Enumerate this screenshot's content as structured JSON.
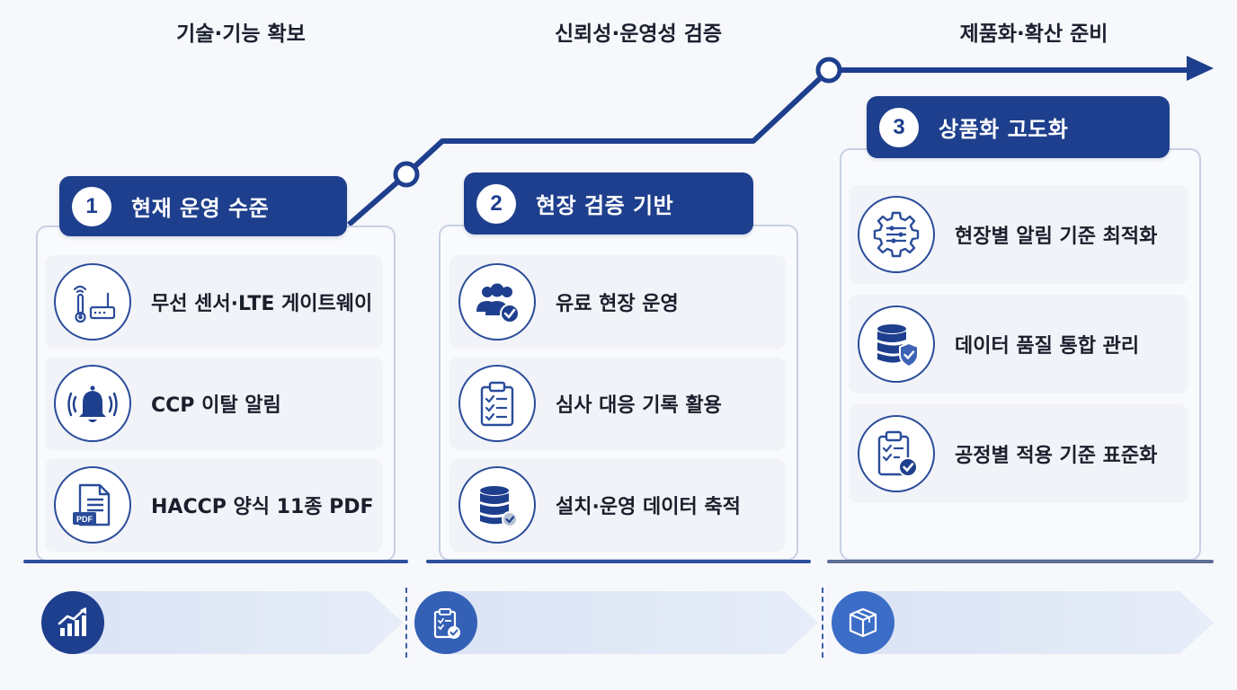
{
  "stages": [
    {
      "number": "1",
      "title": "현재 운영 수준",
      "items": [
        {
          "label": "무선 센서·LTE 게이트웨이",
          "icon": "sensor-gateway-icon"
        },
        {
          "label": "CCP 이탈 알림",
          "icon": "bell-alert-icon"
        },
        {
          "label": "HACCP 양식 11종 PDF",
          "icon": "pdf-document-icon",
          "icon_text": "PDF"
        }
      ]
    },
    {
      "number": "2",
      "title": "현장 검증 기반",
      "items": [
        {
          "label": "유료 현장 운영",
          "icon": "users-check-icon"
        },
        {
          "label": "심사 대응 기록 활용",
          "icon": "clipboard-checklist-icon"
        },
        {
          "label": "설치·운영 데이터 축적",
          "icon": "database-check-icon"
        }
      ]
    },
    {
      "number": "3",
      "title": "상품화 고도화",
      "items": [
        {
          "label": "현장별 알림 기준 최적화",
          "icon": "gear-sliders-icon"
        },
        {
          "label": "데이터 품질 통합 관리",
          "icon": "database-shield-icon"
        },
        {
          "label": "공정별 적용 기준 표준화",
          "icon": "clipboard-check-icon"
        }
      ]
    }
  ],
  "banners": [
    {
      "label": "기술·기능 확보",
      "icon": "growth-chart-icon"
    },
    {
      "label": "신뢰성·운영성 검증",
      "icon": "clipboard-check-icon"
    },
    {
      "label": "제품화·확산 준비",
      "icon": "package-box-icon"
    }
  ],
  "colors": {
    "primary": "#1e3f8d",
    "card_border": "#c7d0e3",
    "banner": "#dbe4f5"
  }
}
